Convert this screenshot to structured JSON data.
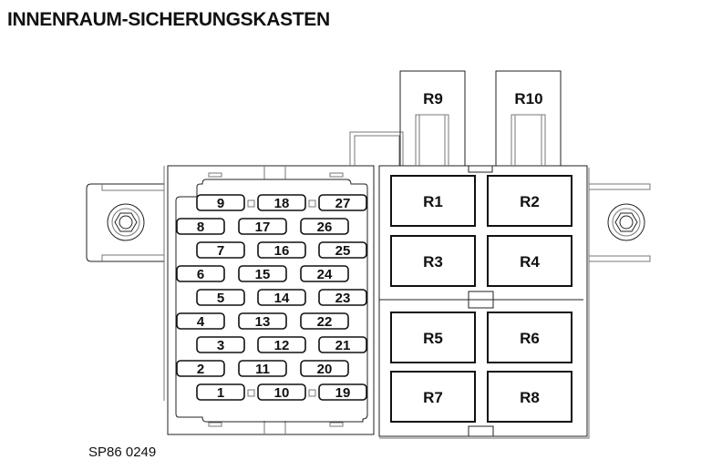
{
  "title": "INNENRAUM-SICHERUNGSKASTEN",
  "figure_code": "SP86 0249",
  "fuses": [
    "1",
    "2",
    "3",
    "4",
    "5",
    "6",
    "7",
    "8",
    "9",
    "10",
    "11",
    "12",
    "13",
    "14",
    "15",
    "16",
    "17",
    "18",
    "19",
    "20",
    "21",
    "22",
    "23",
    "24",
    "25",
    "26",
    "27"
  ],
  "relays": [
    "R1",
    "R2",
    "R3",
    "R4",
    "R5",
    "R6",
    "R7",
    "R8",
    "R9",
    "R10"
  ]
}
